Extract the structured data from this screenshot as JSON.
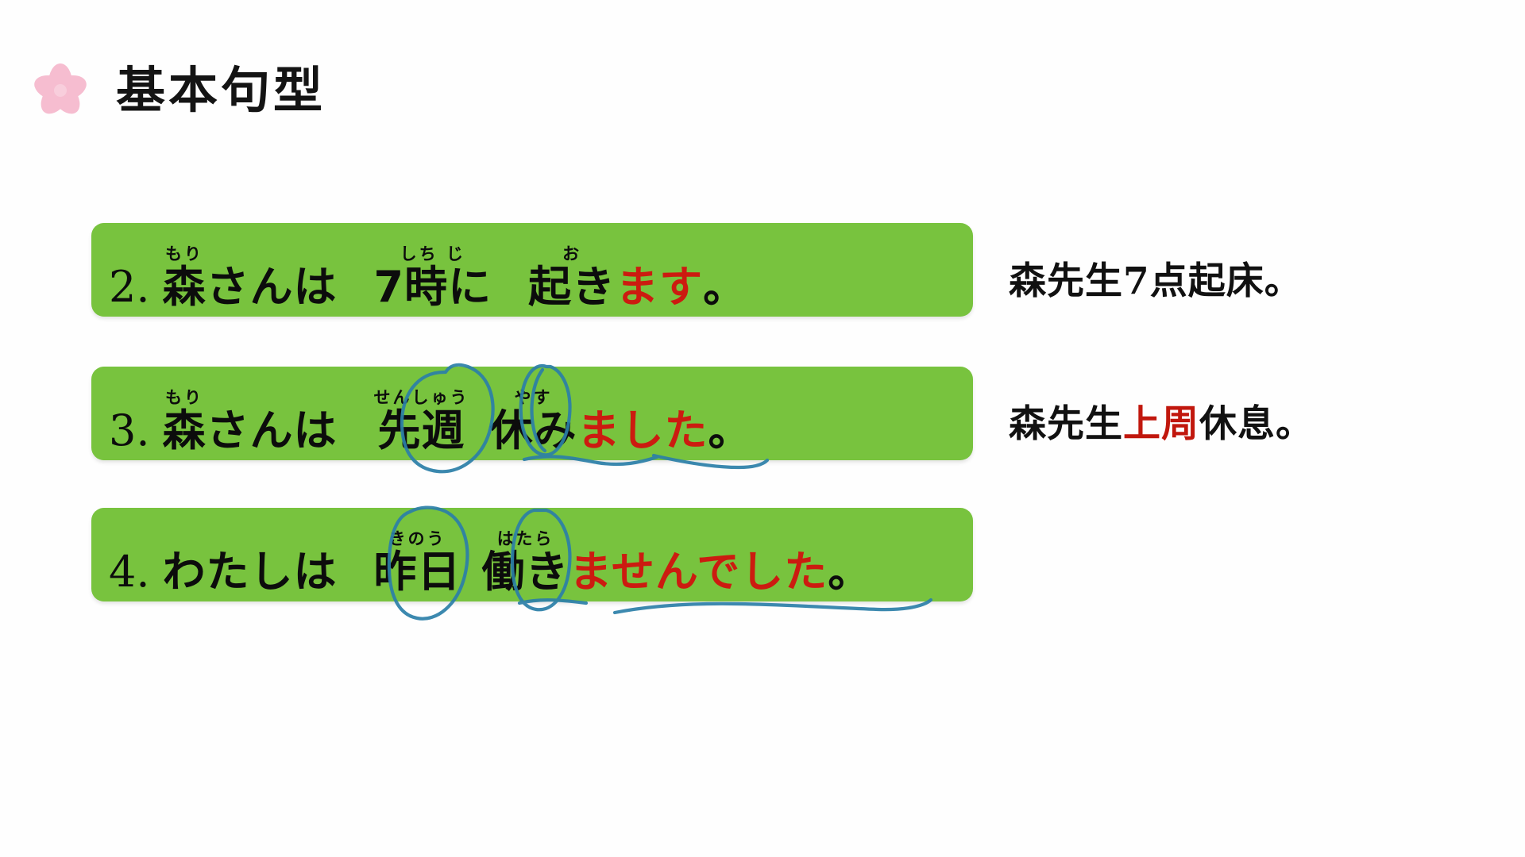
{
  "slide": {
    "background_color": "#ffffff",
    "title": "基本句型",
    "title_icon": "sakura-flower-icon",
    "accent_green": "#78c33e",
    "highlight_red": "#cc1b10",
    "ink_blue": "#2b7fa8"
  },
  "sentences": [
    {
      "number": "2.",
      "segments": [
        {
          "ruby": "もり",
          "base": "森",
          "color": "black"
        },
        {
          "ruby": "",
          "base": "さんは",
          "color": "black"
        },
        {
          "ruby": "しち じ",
          "base": "7時に",
          "color": "black"
        },
        {
          "ruby": "お",
          "base": "起き",
          "color": "black"
        },
        {
          "ruby": "",
          "base": "ます",
          "color": "red"
        },
        {
          "ruby": "",
          "base": "。",
          "color": "black"
        }
      ],
      "plain_text": "2. 森さんは 7時に 起きます。"
    },
    {
      "number": "3.",
      "segments": [
        {
          "ruby": "もり",
          "base": "森",
          "color": "black"
        },
        {
          "ruby": "",
          "base": "さんは",
          "color": "black"
        },
        {
          "ruby": "せんしゅう",
          "base": "先週",
          "color": "black",
          "circled": true
        },
        {
          "ruby": "やす",
          "base": "休み",
          "color": "black",
          "circled": true
        },
        {
          "ruby": "",
          "base": "ました",
          "color": "red",
          "underlined": true
        },
        {
          "ruby": "",
          "base": "。",
          "color": "black"
        }
      ],
      "plain_text": "3. 森さんは 先週 休みました。"
    },
    {
      "number": "4.",
      "segments": [
        {
          "ruby": "",
          "base": "わたしは",
          "color": "black"
        },
        {
          "ruby": "きのう",
          "base": "昨日",
          "color": "black",
          "circled": true
        },
        {
          "ruby": "はたら",
          "base": "働き",
          "color": "black",
          "circled": true
        },
        {
          "ruby": "",
          "base": "ませんでした",
          "color": "red",
          "underlined": true
        },
        {
          "ruby": "",
          "base": "。",
          "color": "black"
        }
      ],
      "plain_text": "4. わたしは 昨日 働きませんでした。"
    }
  ],
  "translations": [
    {
      "prefix": "森先生7点起床。",
      "highlight": "",
      "suffix": ""
    },
    {
      "prefix": "森先生",
      "highlight": "上周",
      "suffix": "休息。"
    }
  ],
  "annotations": {
    "description": "hand-drawn blue ink marks",
    "circles": [
      "先週",
      "休み",
      "昨日",
      "働き"
    ],
    "underlines": [
      "ました",
      "ませんでした"
    ]
  }
}
